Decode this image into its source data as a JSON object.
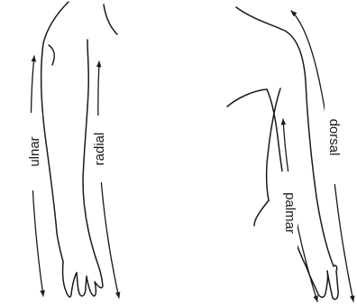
{
  "labels": {
    "ulnar": "ulnar",
    "radial": "radial",
    "dorsal": "dorsal",
    "palmar": "palmar"
  },
  "colors": {
    "ink": "#1a1a1a",
    "background": "#ffffff"
  }
}
